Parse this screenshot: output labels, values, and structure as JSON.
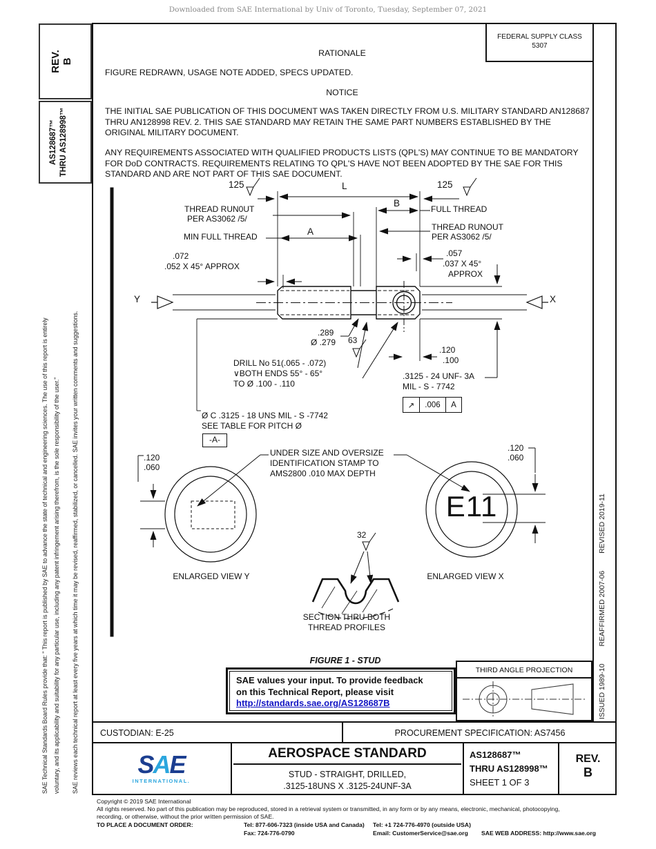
{
  "page": {
    "download_notice": "Downloaded from SAE International by Univ of Toronto, Tuesday, September 07, 2021"
  },
  "left_bar": {
    "rev_line1": "REV.",
    "rev_line2": "B",
    "range_line1": "AS128687™",
    "range_line2": "THRU AS128998™",
    "disclaimer_line1": "SAE Technical Standards Board Rules provide that: \" This report is published by SAE to advance the state of technical and engineering sciences. The use of this report is entirely",
    "disclaimer_line2": "voluntary, and its applicability and suitability for any particular use, including any patent infringement arising therefrom, is the sole responsibility of the user.\"",
    "disclaimer_line3": "SAE reviews each technical report at least every five years at which time it may be revised, reaffirmed, stabilized, or cancelled. SAE invites your written comments and suggestions."
  },
  "right_bar": {
    "issued": "ISSUED 1989-10",
    "reaffirmed": "REAFFIRMED 2007-06",
    "revised": "REVISED 2019-11"
  },
  "top": {
    "fsc_line1": "FEDERAL SUPPLY CLASS",
    "fsc_line2": "5307",
    "rationale_title": "RATIONALE",
    "rationale_text": "FIGURE REDRAWN, USAGE NOTE ADDED, SPECS UPDATED.",
    "notice_title": "NOTICE",
    "notice_para1": "THE INITIAL SAE PUBLICATION OF THIS DOCUMENT WAS TAKEN DIRECTLY FROM U.S. MILITARY STANDARD AN128687 THRU AN128998 REV. 2. THIS SAE STANDARD MAY RETAIN THE SAME PART NUMBERS ESTABLISHED BY THE ORIGINAL MILITARY DOCUMENT.",
    "notice_para2": "ANY REQUIREMENTS ASSOCIATED WITH QUALIFIED PRODUCTS LISTS (QPL'S) MAY CONTINUE TO BE MANDATORY FOR DoD CONTRACTS. REQUIREMENTS RELATING TO QPL'S HAVE NOT BEEN ADOPTED BY THE SAE FOR THIS STANDARD AND ARE NOT PART OF THIS SAE DOCUMENT."
  },
  "figure": {
    "f125l": "125",
    "f125r": "125",
    "dimL": "L",
    "dimB": "B",
    "dimA": "A",
    "runout_left_1": "THREAD RUN0UT",
    "runout_left_2": "PER AS3062 /5/",
    "full_thread": "FULL THREAD",
    "min_full_thread": "MIN  FULL THREAD",
    "runout_right_1": "THREAD RUNOUT",
    "runout_right_2": "PER AS3062 /5/",
    "cham_l1": ".072",
    "cham_l2": ".052 X 45° APPROX",
    "cham_r1": ".057",
    "cham_r2": ".037 X 45°",
    "cham_r3": "APPROX",
    "view_y": "Y",
    "view_x": "X",
    "dia1": ".289",
    "dia2": "Ø .279",
    "fin63": "63",
    "hole1": ".120",
    "hole2": ".100",
    "drill1": "DRILL No 51(.065 - .072)",
    "drill2": "∨BOTH ENDS 55° - 65°",
    "drill3": "TO Ø .100 - .110",
    "thr_r1": ".3125 - 24 UNF- 3A",
    "thr_r2": "MIL - S - 7742",
    "fcf_tol": ".006",
    "fcf_datum": "A",
    "thr_l1": "Ø C .3125 - 18 UNS MIL - S -7742",
    "thr_l2": "SEE TABLE FOR PITCH Ø",
    "datum": "-A-",
    "stamp1": "UNDER SIZE AND OVERSIZE",
    "stamp2": "IDENTIFICATION STAMP TO",
    "stamp3": "AMS2800 .010 MAX DEPTH",
    "sl1": ".120",
    "sl2": ".060",
    "sr1": ".120",
    "sr2": ".060",
    "stamp_mark": "E11",
    "ev_y": "ENLARGED VIEW Y",
    "ev_x": "ENLARGED VIEW X",
    "fin32": "32",
    "sec1": "SECTION THRU BOTH",
    "sec2": "THREAD PROFILES",
    "caption": "FIGURE 1 - STUD"
  },
  "feedback": {
    "line1": "SAE values your input. To provide feedback",
    "line2": "on this Technical Report, please visit",
    "link": "http://standards.sae.org/AS128687B"
  },
  "projection": {
    "title": "THIRD ANGLE PROJECTION"
  },
  "title_block": {
    "custodian": "CUSTODIAN: E-25",
    "procurement": "PROCUREMENT SPECIFICATION: AS7456",
    "logo_s": "S",
    "logo_a": "A",
    "logo_e": "E",
    "logo_sub": "INTERNATIONAL.",
    "doc_type": "AEROSPACE STANDARD",
    "doc_title_1": "STUD - STRAIGHT, DRILLED,",
    "doc_title_2": ".3125-18UNS X .3125-24UNF-3A",
    "doc_number_1": "AS128687™",
    "doc_number_2": "THRU AS128998™",
    "sheet": "SHEET 1 OF 3",
    "rev_label": "REV.",
    "rev_value": "B"
  },
  "footer": {
    "copyright": "Copyright © 2019 SAE International",
    "rights_1": "All rights reserved. No part of this publication may be reproduced, stored in a retrieval system or transmitted, in any form or by any means, electronic, mechanical, photocopying,",
    "rights_2": "recording, or otherwise, without the prior written permission of SAE.",
    "order_label": "TO PLACE A DOCUMENT ORDER:",
    "tel_inside": "Tel: 877-606-7323 (inside USA and Canada)",
    "tel_outside": "Tel: +1 724-776-4970 (outside USA)",
    "fax": "Fax: 724-776-0790",
    "email": "Email: CustomerService@sae.org",
    "web": "SAE WEB ADDRESS: http://www.sae.org"
  },
  "colors": {
    "link_blue": "#1316c4",
    "sae_dark_blue": "#1b3e90",
    "sae_light_blue": "#2ba6de"
  }
}
